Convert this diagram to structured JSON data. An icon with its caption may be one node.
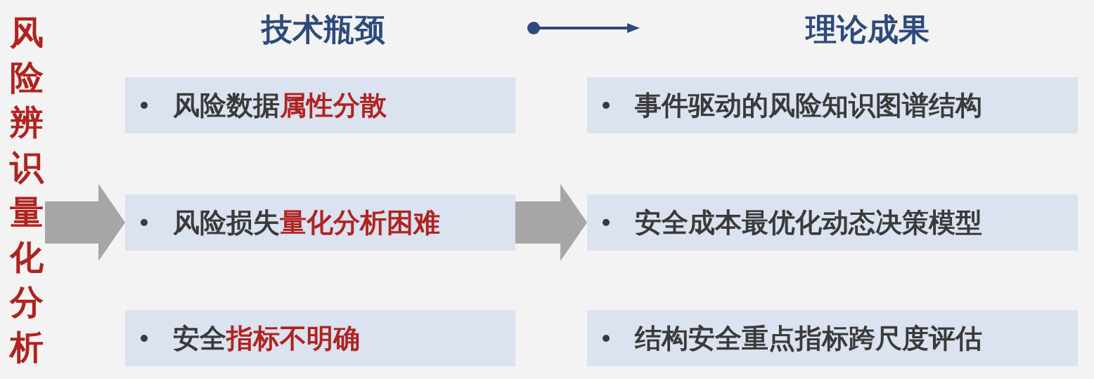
{
  "diagram": {
    "nodes": [
      {
        "text": [
          "风险辨识量化分析"
        ]
      },
      {
        "text": [
          "技术瓶颈"
        ]
      },
      {
        "text": [
          "理论成果"
        ]
      },
      {
        "text": [
          "风险数据**属性分散**"
        ]
      },
      {
        "text": [
          "事件驱动的风险知识图谱结构"
        ]
      },
      {
        "text": [
          "风险损失**量化分析困难**"
        ]
      },
      {
        "text": [
          "安全成本最优化动态决策模型"
        ]
      },
      {
        "text": [
          "安全**指标不明确**"
        ]
      },
      {
        "text": [
          "结构安全重点指标跨尺度评估"
        ]
      }
    ],
    "edges": [
      {
        "from": 0,
        "to": 5,
        "arrow": "to"
      },
      {
        "from": 5,
        "to": 6,
        "arrow": "to"
      }
    ]
  }
}
